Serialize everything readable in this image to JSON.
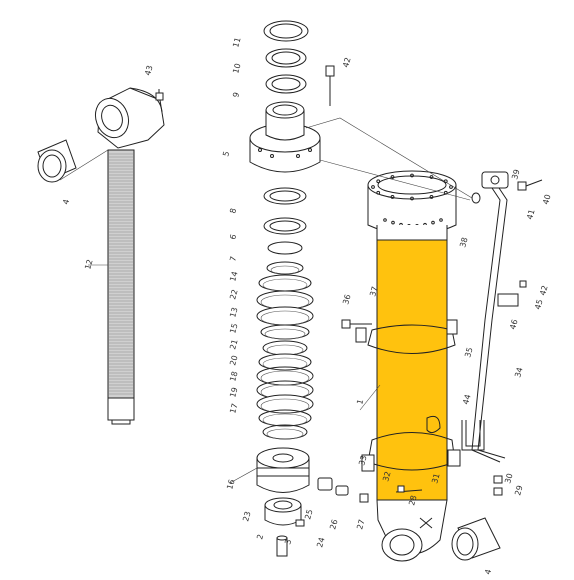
{
  "colors": {
    "highlight": "#FFC20E",
    "line": "#222222",
    "rod_shade": "#d0d0d0"
  },
  "part_labels": [
    {
      "text": "11"
    },
    {
      "text": "10"
    },
    {
      "text": "9"
    },
    {
      "text": "42"
    },
    {
      "text": "43"
    },
    {
      "text": "5"
    },
    {
      "text": "8"
    },
    {
      "text": "6"
    },
    {
      "text": "7"
    },
    {
      "text": "14"
    },
    {
      "text": "22"
    },
    {
      "text": "13"
    },
    {
      "text": "15"
    },
    {
      "text": "21"
    },
    {
      "text": "20"
    },
    {
      "text": "18"
    },
    {
      "text": "19"
    },
    {
      "text": "17"
    },
    {
      "text": "16"
    },
    {
      "text": "2"
    },
    {
      "text": "3"
    },
    {
      "text": "4"
    },
    {
      "text": "1"
    },
    {
      "text": "36"
    },
    {
      "text": "37"
    },
    {
      "text": "38"
    },
    {
      "text": "39"
    },
    {
      "text": "40"
    },
    {
      "text": "41"
    },
    {
      "text": "42"
    },
    {
      "text": "45"
    },
    {
      "text": "46"
    },
    {
      "text": "35"
    },
    {
      "text": "44"
    },
    {
      "text": "34"
    },
    {
      "text": "33"
    },
    {
      "text": "32"
    },
    {
      "text": "31"
    },
    {
      "text": "30"
    },
    {
      "text": "29"
    },
    {
      "text": "28"
    },
    {
      "text": "27"
    },
    {
      "text": "26"
    },
    {
      "text": "25"
    },
    {
      "text": "24"
    },
    {
      "text": "23"
    },
    {
      "text": "12"
    },
    {
      "text": "4"
    }
  ]
}
